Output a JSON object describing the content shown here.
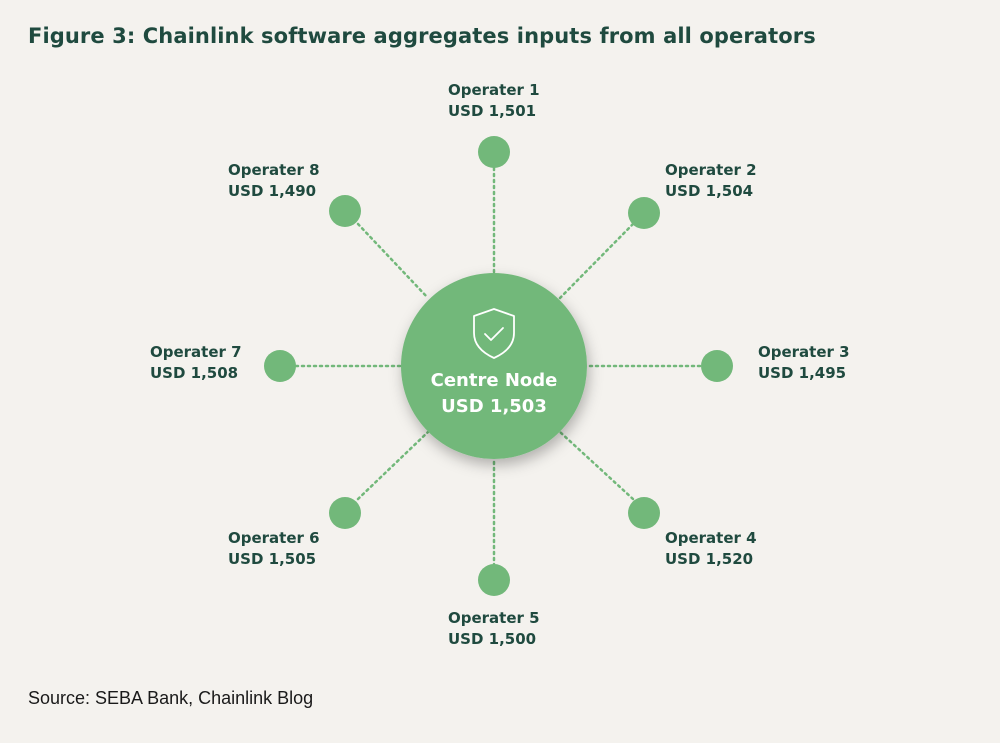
{
  "figure": {
    "title": "Figure 3: Chainlink software aggregates inputs from all operators",
    "source": "Source: SEBA Bank, Chainlink Blog"
  },
  "centre": {
    "name": "Centre Node",
    "value": "USD 1,503",
    "icon": "shield-check-icon"
  },
  "operators": [
    {
      "name": "Operater 1",
      "value": "USD 1,501"
    },
    {
      "name": "Operater 2",
      "value": "USD 1,504"
    },
    {
      "name": "Operater 3",
      "value": "USD 1,495"
    },
    {
      "name": "Operater 4",
      "value": "USD 1,520"
    },
    {
      "name": "Operater 5",
      "value": "USD 1,500"
    },
    {
      "name": "Operater 6",
      "value": "USD 1,505"
    },
    {
      "name": "Operater 7",
      "value": "USD 1,508"
    },
    {
      "name": "Operater 8",
      "value": "USD 1,490"
    }
  ],
  "colors": {
    "node": "#72b87a",
    "connector": "#72b87a",
    "text": "#1f4a3f",
    "background": "#f4f2ee"
  }
}
